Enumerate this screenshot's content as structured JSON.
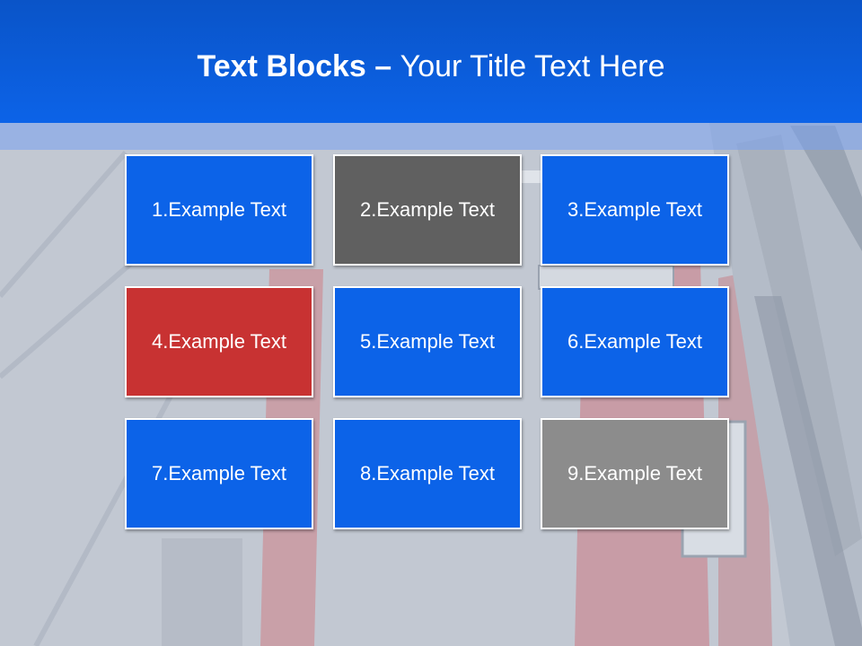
{
  "title": {
    "bold": "Text Blocks",
    "dash": "–",
    "rest": "Your Title Text Here"
  },
  "blocks": [
    {
      "label": "1.Example Text",
      "color": "#0c63e8"
    },
    {
      "label": "2.Example Text",
      "color": "#606060"
    },
    {
      "label": "3.Example Text",
      "color": "#0c63e8"
    },
    {
      "label": "4.Example Text",
      "color": "#c83232"
    },
    {
      "label": "5.Example Text",
      "color": "#0c63e8"
    },
    {
      "label": "6.Example Text",
      "color": "#0c63e8"
    },
    {
      "label": "7.Example Text",
      "color": "#0c63e8"
    },
    {
      "label": "8.Example Text",
      "color": "#0c63e8"
    },
    {
      "label": "9.Example Text",
      "color": "#8c8c8c"
    }
  ],
  "colors": {
    "header": "#0c63e8",
    "background": "#c3c9d3"
  }
}
